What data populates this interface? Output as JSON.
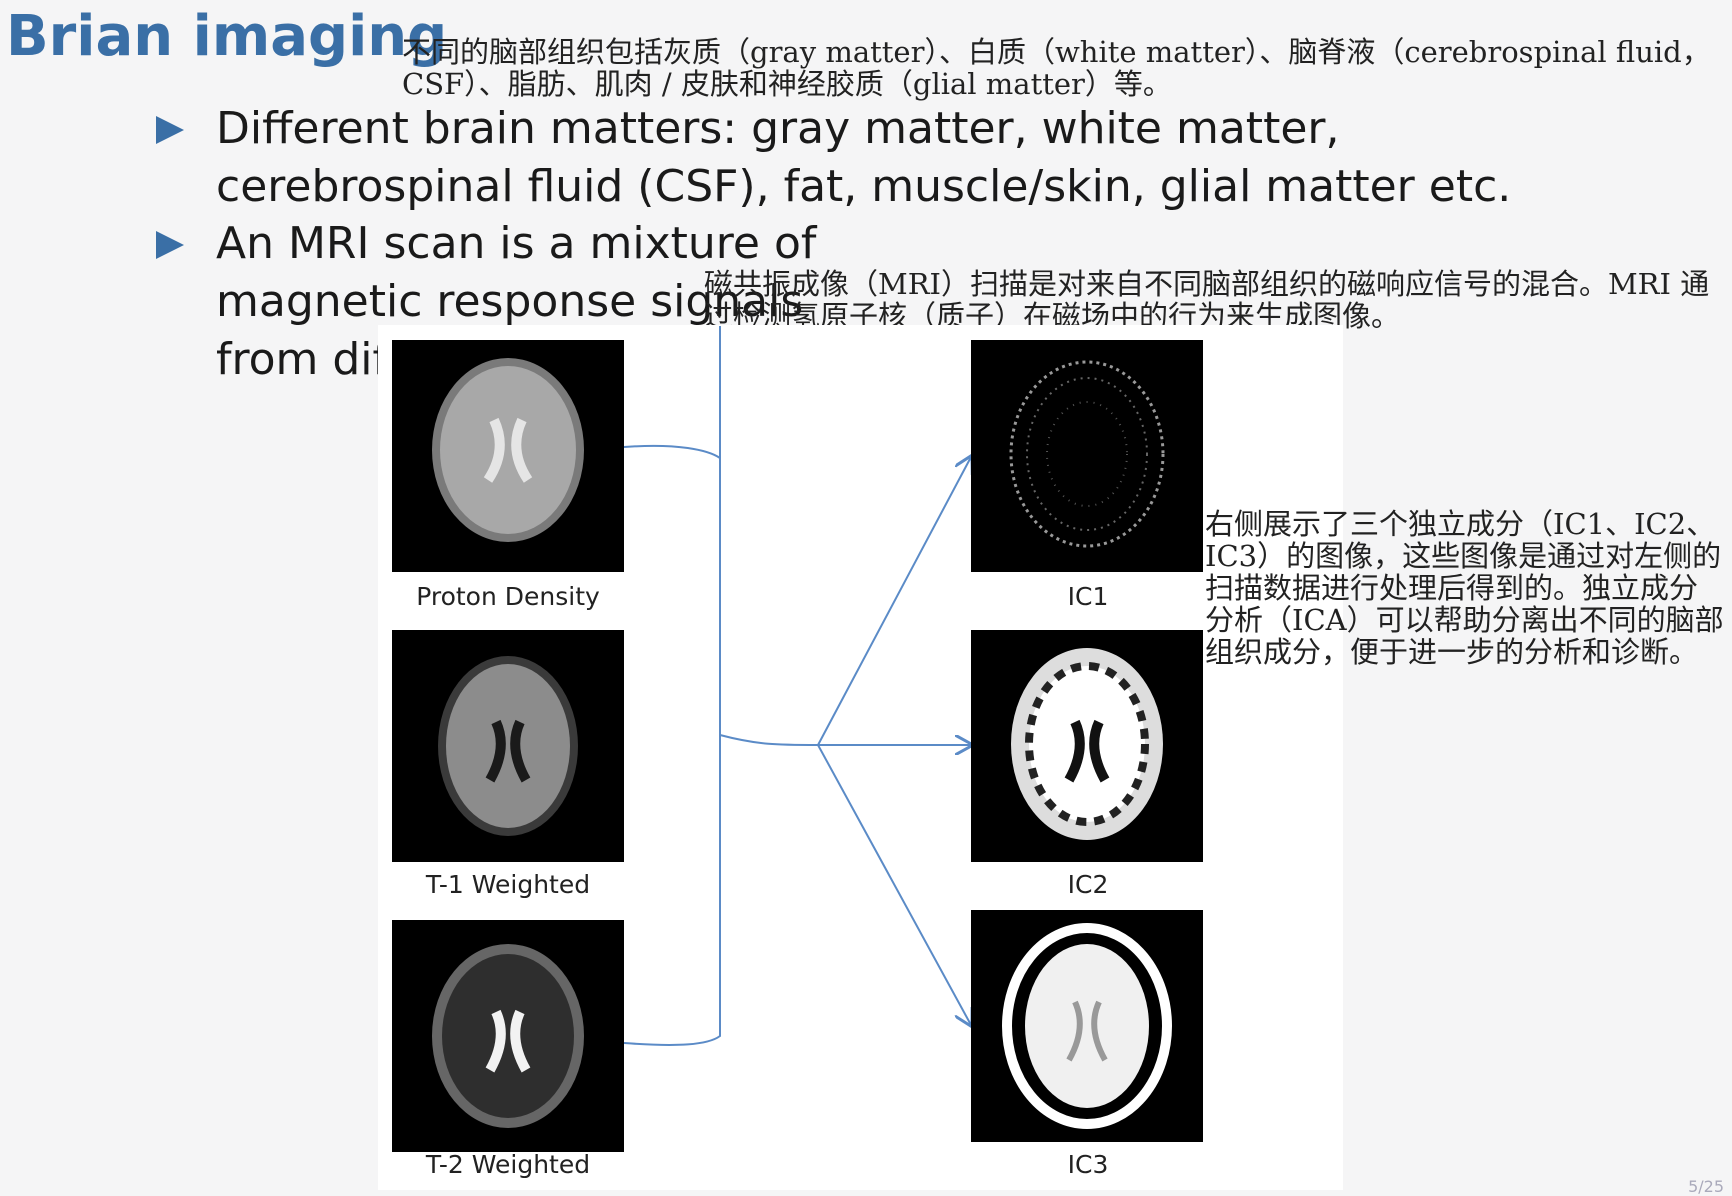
{
  "slide": {
    "title": "Brian imaging",
    "note_top": "不同的脑部组织包括灰质（gray matter）、白质（white matter）、脑脊液（cerebrospinal fluid，CSF）、脂肪、肌肉 / 皮肤和神经胶质（glial matter）等。",
    "bullets": [
      {
        "text": "Different brain matters: gray matter, white matter, cerebrospinal fluid (CSF), fat, muscle/skin, glial matter etc."
      },
      {
        "text": "An MRI scan is a mixture of magnetic response signals from different brain matters"
      }
    ],
    "note_mri": "磁共振成像（MRI）扫描是对来自不同脑部组织的磁响应信号的混合。MRI 通过检测氢原子核（质子）在磁场中的行为来生成图像。",
    "note_ic": "右侧展示了三个独立成分（IC1、IC2、IC3）的图像，这些图像是通过对左侧的扫描数据进行处理后得到的。独立成分分析（ICA）可以帮助分离出不同的脑部组织成分，便于进一步的分析和诊断。",
    "page_number": "5/25"
  },
  "figure": {
    "inputs": [
      {
        "label": "Proton Density"
      },
      {
        "label": "T-1 Weighted"
      },
      {
        "label": "T-2 Weighted"
      }
    ],
    "outputs": [
      {
        "label": "IC1"
      },
      {
        "label": "IC2"
      },
      {
        "label": "IC3"
      }
    ],
    "line_color": "#5b8bc7"
  }
}
